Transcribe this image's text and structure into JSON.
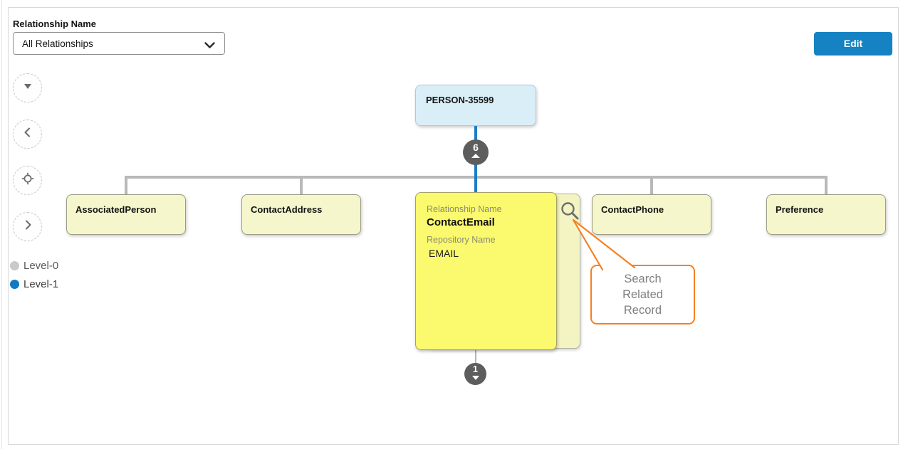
{
  "filter": {
    "label": "Relationship Name",
    "value": "All Relationships"
  },
  "toolbar": {
    "edit_label": "Edit"
  },
  "nav": {
    "buttons": [
      {
        "icon": "triangle-down-icon"
      },
      {
        "icon": "chevron-left-icon"
      },
      {
        "icon": "locate-icon"
      },
      {
        "icon": "chevron-right-icon"
      }
    ]
  },
  "legend": {
    "items": [
      {
        "label": "Level-0",
        "color": "#c9c9c9"
      },
      {
        "label": "Level-1",
        "color": "#0f79c4"
      }
    ]
  },
  "tree": {
    "root_label": "PERSON-35599",
    "root_badge_count": "6",
    "children": [
      {
        "label": "AssociatedPerson"
      },
      {
        "label": "ContactAddress"
      },
      {
        "label": "ContactEmail"
      },
      {
        "label": "ContactPhone"
      },
      {
        "label": "Preference"
      }
    ],
    "expanded": {
      "relationship_label": "Relationship Name",
      "relationship_value": "ContactEmail",
      "repository_label": "Repository Name",
      "repository_value": "EMAIL",
      "badge_count": "1"
    }
  },
  "callout": {
    "line1": "Search",
    "line2": "Related",
    "line3": "Record"
  },
  "colors": {
    "accent_blue": "#1482c3",
    "relationship_line_blue": "#1a7ec4",
    "selected_node_yellow": "#fbf96d",
    "node_yellow": "#f6f6cc",
    "root_node_blue": "#daeef8",
    "connector_gray": "#b9b9b9",
    "badge_gray": "#5d5d5d",
    "callout_orange": "#f58021"
  }
}
